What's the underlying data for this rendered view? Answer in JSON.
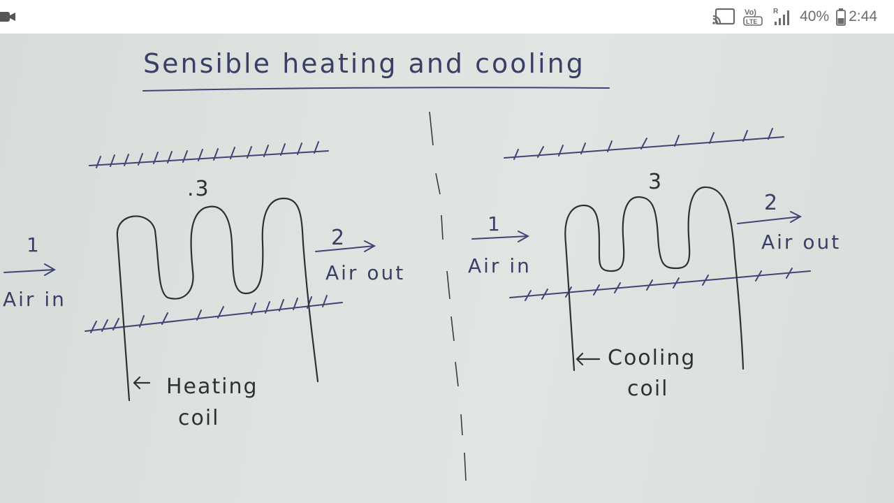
{
  "status_bar": {
    "battery_level": "40%",
    "time": "2:44",
    "network_label": "VoLTE",
    "roaming_label": "R",
    "icons": [
      "video-camera-icon",
      "cast-icon",
      "volte-icon",
      "signal-icon",
      "battery-icon"
    ]
  },
  "sketch": {
    "title": "Sensible heating and cooling",
    "left": {
      "state_1": "1",
      "state_2": "2",
      "state_3": ".3",
      "air_in": "Air in",
      "air_out": "Air out",
      "coil_label_line1": "Heating",
      "coil_label_line2": "coil"
    },
    "right": {
      "state_1": "1",
      "state_2": "2",
      "state_3": "3",
      "air_in": "Air in",
      "air_out": "Air out",
      "coil_label_line1": "Cooling",
      "coil_label_line2": "coil"
    }
  },
  "colors": {
    "status_icon": "#6b6b6b",
    "ink_blue": "#3f4476",
    "pencil": "#2f3035",
    "paper": "#dfe3e0"
  }
}
